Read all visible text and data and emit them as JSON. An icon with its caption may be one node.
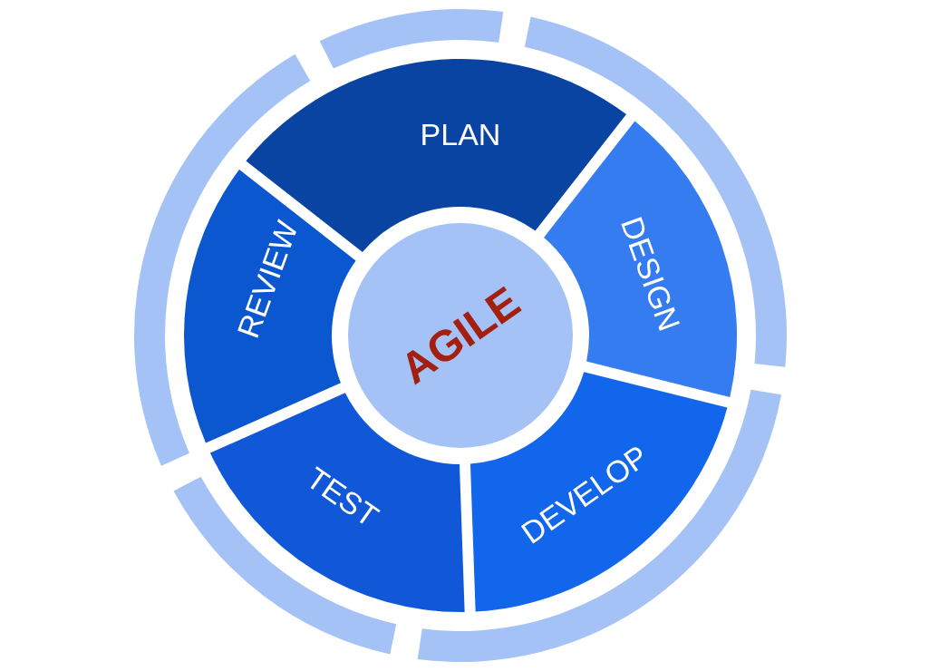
{
  "diagram": {
    "nodes": [
      {
        "text": [
          "AGILE"
        ]
      },
      {
        "text": [
          "PLAN"
        ]
      },
      {
        "text": [
          "DESIGN"
        ]
      },
      {
        "text": [
          "DEVELOP"
        ]
      },
      {
        "text": [
          "TEST"
        ]
      },
      {
        "text": [
          "REVIEW"
        ]
      }
    ]
  }
}
